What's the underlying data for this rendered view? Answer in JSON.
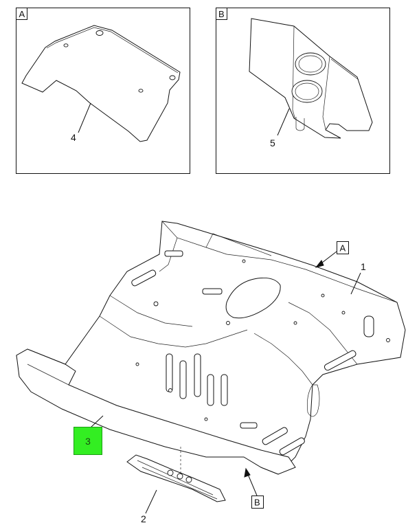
{
  "detail_views": [
    {
      "letter": "A",
      "part_number": "4"
    },
    {
      "letter": "B",
      "part_number": "5"
    }
  ],
  "main_view": {
    "callouts": {
      "floor_pan": "1",
      "rear_crossmember": "2",
      "rear_panel": "3"
    },
    "view_refs": {
      "a": "A",
      "b": "B"
    }
  },
  "highlight": {
    "part_number": "3",
    "color": "#33ee22"
  }
}
